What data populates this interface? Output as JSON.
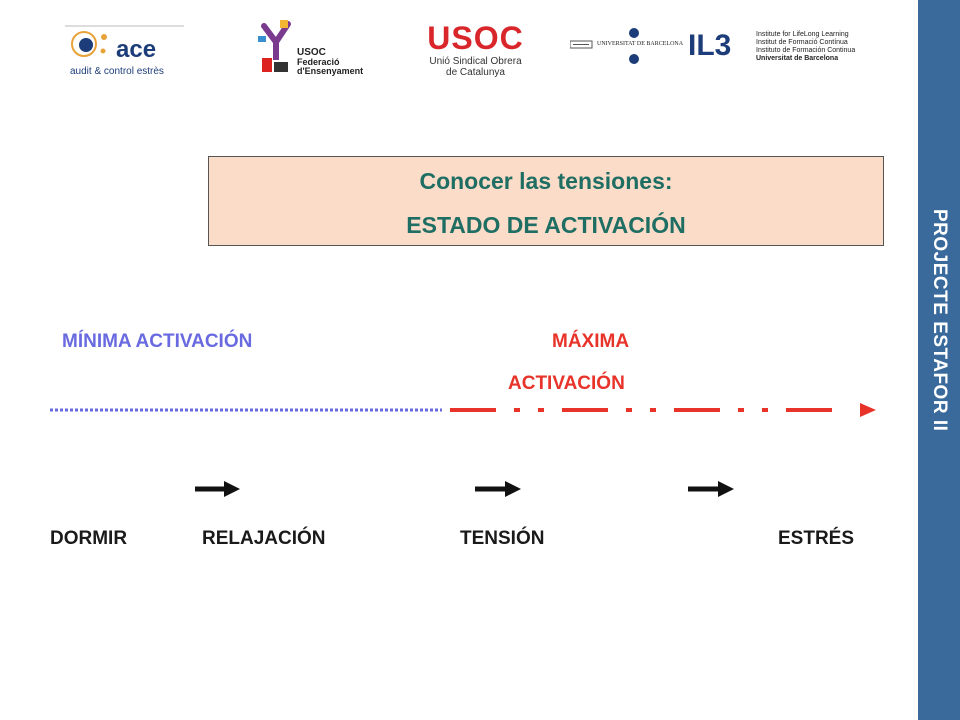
{
  "sidebar": {
    "text": "PROJECTE ESTAFOR II",
    "color": "#3a6a9b"
  },
  "logos": {
    "ace": {
      "name": "ace",
      "tagline": "audit & control estrès"
    },
    "usoc_fed": {
      "line1": "USOC",
      "line2": "Federació",
      "line3": "d'Ensenyament"
    },
    "usoc": {
      "name": "USOC",
      "line1": "Unió Sindical Obrera",
      "line2": "de Catalunya"
    },
    "ub": {
      "name": "UNIVERSITAT DE BARCELONA"
    },
    "il3": {
      "name": "IL3",
      "lines": [
        "Institute for LifeLong Learning",
        "Institut de Formació Contínua",
        "Instituto de Formación Continua",
        "Universitat de Barcelona"
      ]
    }
  },
  "title": {
    "line1": "Conocer las tensiones:",
    "line2": "ESTADO DE ACTIVACIÓN"
  },
  "scale": {
    "min_label": "MÍNIMA ACTIVACIÓN",
    "max_label_line1": "MÁXIMA",
    "max_label_line2": "ACTIVACIÓN",
    "min_color": "#6a6ae0",
    "max_color": "#e8332a"
  },
  "stages": [
    "DORMIR",
    "RELAJACIÓN",
    "TENSIÓN",
    "ESTRÉS"
  ]
}
